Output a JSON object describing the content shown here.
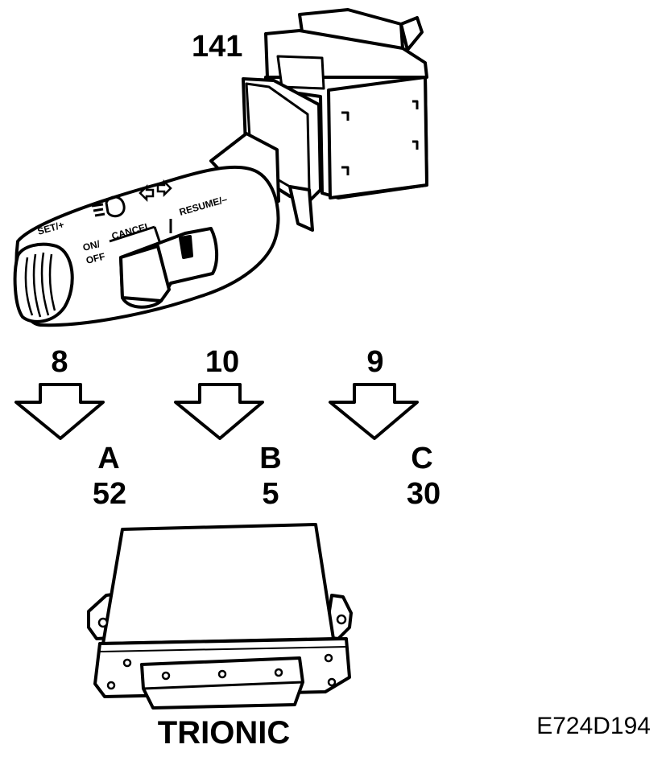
{
  "switch_label": "141",
  "stalk_markings": {
    "set": "SET/+",
    "on_off_1": "ON/",
    "on_off_2": "OFF",
    "cancel": "CANCEL",
    "resume": "RESUME/–"
  },
  "connections": [
    {
      "wire": "8",
      "pin_letter": "A",
      "pin_number": "52"
    },
    {
      "wire": "10",
      "pin_letter": "B",
      "pin_number": "5"
    },
    {
      "wire": "9",
      "pin_letter": "C",
      "pin_number": "30"
    }
  ],
  "ecu_label": "TRIONIC",
  "figure_ref": "E724D194",
  "colors": {
    "ink": "#000000",
    "paper": "#ffffff"
  },
  "icons": [
    "headlamp-icon",
    "turn-signal-arrows-icon",
    "down-arrow-icon"
  ]
}
